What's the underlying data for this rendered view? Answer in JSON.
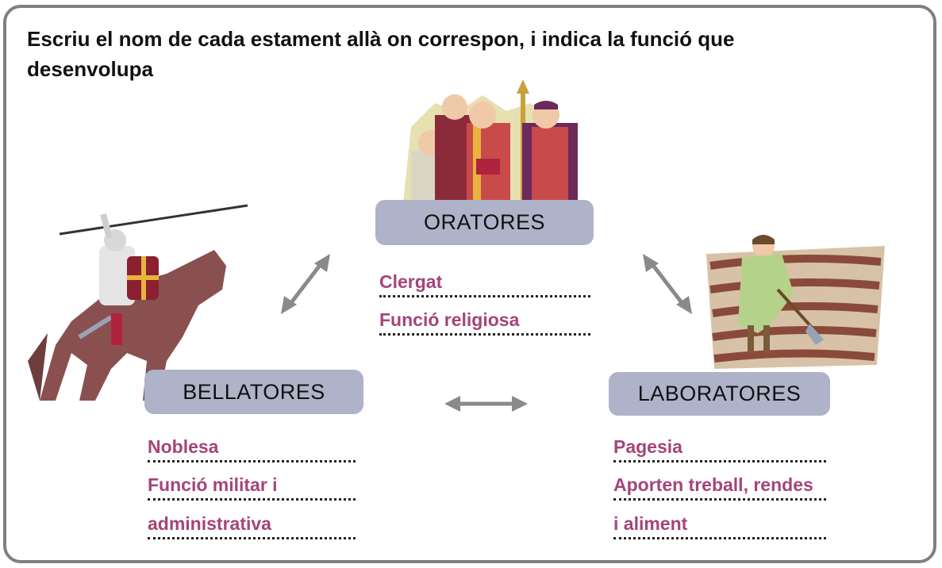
{
  "instruction": "Escriu el nom de cada estament allà on correspon, i indica la funció que desenvolupa",
  "estaments": {
    "oratores": {
      "label": "ORATORES",
      "answers": [
        "Clergat",
        "Funció religiosa"
      ]
    },
    "bellatores": {
      "label": "BELLATORES",
      "answers": [
        "Noblesa",
        "Funció militar i",
        "administrativa"
      ]
    },
    "laboratores": {
      "label": "LABORATORES",
      "answers": [
        "Pagesia",
        "Aporten treball, rendes",
        "i aliment"
      ]
    }
  },
  "colors": {
    "label_box": "#aeb3c9",
    "answer_text": "#a4447b",
    "border": "#808080",
    "arrow": "#8a8a8a"
  },
  "icons": [
    "clergy-illustration",
    "knight-illustration",
    "peasant-illustration",
    "double-arrow-icon"
  ]
}
